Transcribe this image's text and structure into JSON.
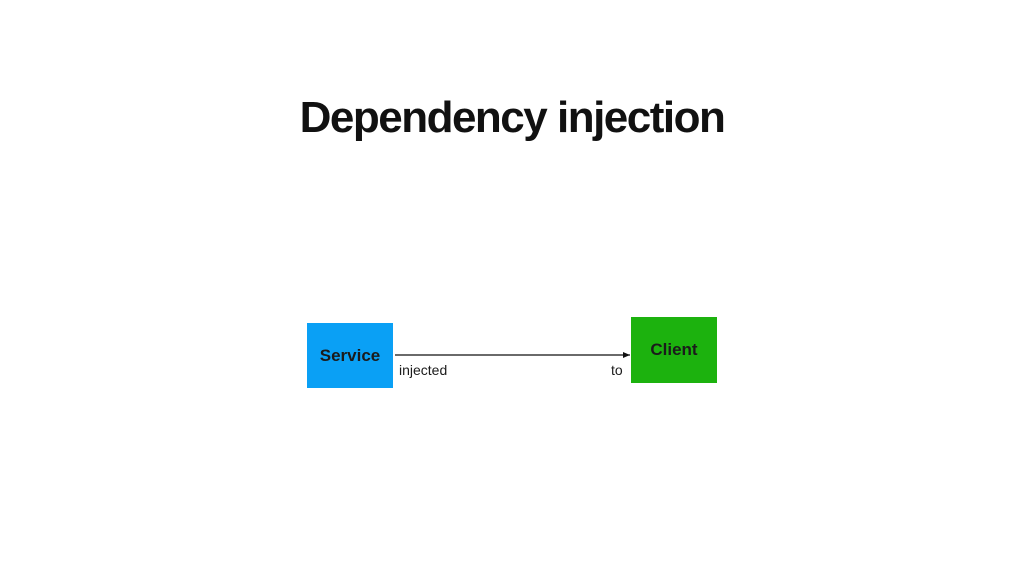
{
  "slide": {
    "title": "Dependency injection"
  },
  "diagram": {
    "nodes": [
      {
        "id": "service",
        "label": "Service",
        "fill": "#0aa0f5"
      },
      {
        "id": "client",
        "label": "Client",
        "fill": "#1cb20e"
      }
    ],
    "edge": {
      "from": "service",
      "to": "client",
      "start_label": "injected",
      "end_label": "to",
      "color": "#111111"
    }
  }
}
